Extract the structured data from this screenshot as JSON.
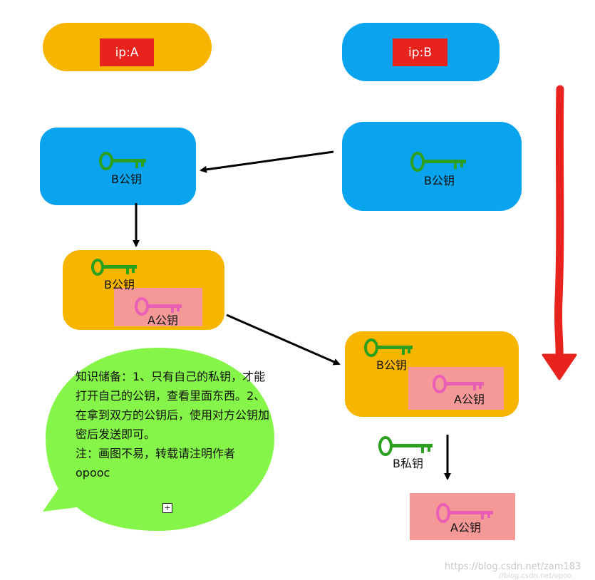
{
  "nodes": {
    "ip_a": "ip:A",
    "ip_b": "ip:B",
    "b_pubkey_right": "B公钥",
    "b_pubkey_left": "B公钥",
    "b_pubkey_combined": "B公钥",
    "a_pubkey_combined": "A公钥",
    "b_pubkey_result": "B公钥",
    "a_pubkey_result": "A公钥",
    "b_privkey": "B私钥",
    "a_pubkey_final": "A公钥"
  },
  "note": {
    "line1": "知识储备：1、只有自己的私钥，才能打开自己的公钥，查看里面东西。2、在拿到双方的公钥后，使用对方公钥加密后发送即可。",
    "line2": "注：画图不易，转载请注明作者opooc"
  },
  "watermark": "https://blog.csdn.net/zam183",
  "watermark2": "//blog.csdn.net/opoo",
  "colors": {
    "orange": "#f8b500",
    "blue": "#0aa3ee",
    "red": "#e8221c",
    "pink": "#f59898",
    "green_key": "#2ba01e",
    "pink_key": "#e85fb5",
    "bubble": "#86f54a"
  }
}
